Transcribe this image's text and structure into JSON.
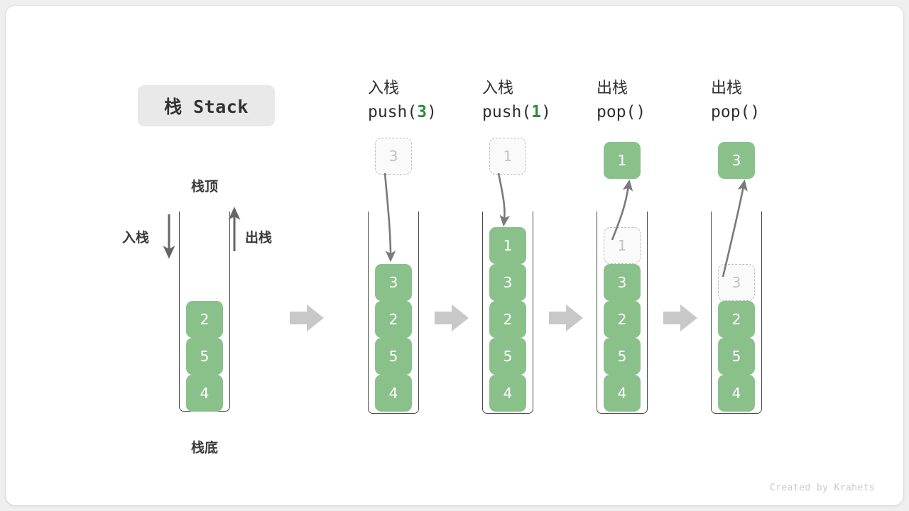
{
  "title": {
    "text": "栈 Stack"
  },
  "colors": {
    "cell_fill": "#8ac18a",
    "ghost_fill": "#fafafa",
    "ghost_border": "#bdbdbd",
    "accent_green": "#2e8b3d",
    "arrow_gray": "#7a7a7a",
    "block_arrow_gray": "#c8c8c8",
    "badge_gray": "#e9e9e9",
    "text_dark": "#333333",
    "footer_gray": "#c9c9c9"
  },
  "legend": {
    "top_label": "栈顶",
    "bottom_label": "栈底",
    "push_label": "入栈",
    "pop_label": "出栈"
  },
  "base_stack": {
    "values": [
      "2",
      "5",
      "4"
    ]
  },
  "steps": [
    {
      "op_cn": "入栈",
      "op_code_prefix": "push(",
      "op_arg": "3",
      "op_code_suffix": ")",
      "floating": {
        "value": "3",
        "style": "ghost"
      },
      "stack": [
        {
          "value": "3",
          "style": "solid"
        },
        {
          "value": "2",
          "style": "solid"
        },
        {
          "value": "5",
          "style": "solid"
        },
        {
          "value": "4",
          "style": "solid"
        }
      ]
    },
    {
      "op_cn": "入栈",
      "op_code_prefix": "push(",
      "op_arg": "1",
      "op_code_suffix": ")",
      "floating": {
        "value": "1",
        "style": "ghost"
      },
      "stack": [
        {
          "value": "1",
          "style": "solid"
        },
        {
          "value": "3",
          "style": "solid"
        },
        {
          "value": "2",
          "style": "solid"
        },
        {
          "value": "5",
          "style": "solid"
        },
        {
          "value": "4",
          "style": "solid"
        }
      ]
    },
    {
      "op_cn": "出栈",
      "op_code_prefix": "pop(",
      "op_arg": "",
      "op_code_suffix": ")",
      "floating": {
        "value": "1",
        "style": "solid"
      },
      "stack": [
        {
          "value": "1",
          "style": "ghost"
        },
        {
          "value": "3",
          "style": "solid"
        },
        {
          "value": "2",
          "style": "solid"
        },
        {
          "value": "5",
          "style": "solid"
        },
        {
          "value": "4",
          "style": "solid"
        }
      ]
    },
    {
      "op_cn": "出栈",
      "op_code_prefix": "pop(",
      "op_arg": "",
      "op_code_suffix": ")",
      "floating": {
        "value": "3",
        "style": "solid"
      },
      "stack": [
        {
          "value": "3",
          "style": "ghost"
        },
        {
          "value": "2",
          "style": "solid"
        },
        {
          "value": "5",
          "style": "solid"
        },
        {
          "value": "4",
          "style": "solid"
        }
      ]
    }
  ],
  "footer": {
    "text": "Created by Krahets"
  }
}
